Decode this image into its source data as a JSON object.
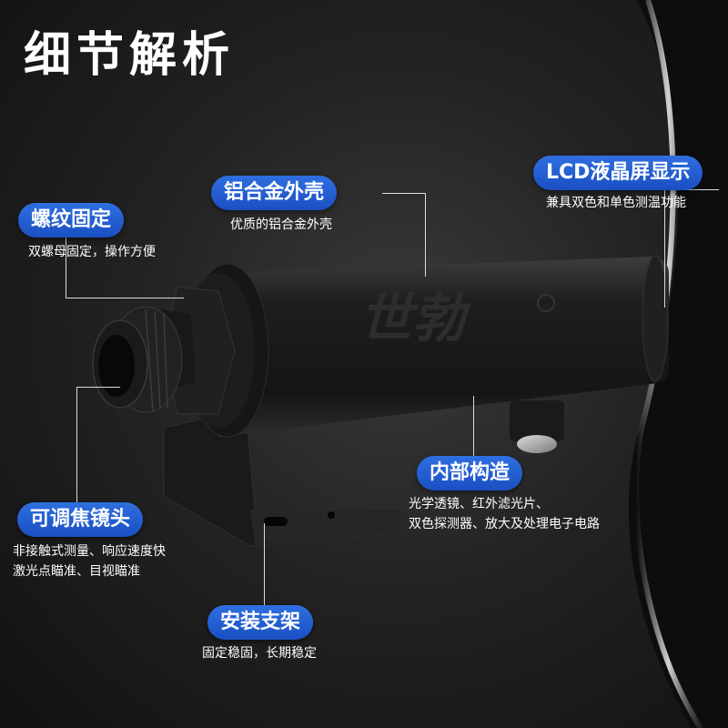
{
  "title": "细节解析",
  "brand_logo_text": "世勃",
  "callouts": {
    "aluminum_shell": {
      "label": "铝合金外壳",
      "desc": [
        "优质的铝合金外壳"
      ]
    },
    "lcd_display": {
      "label": "LCD液晶屏显示",
      "desc": [
        "兼具双色和单色测温功能"
      ]
    },
    "thread_fixing": {
      "label": "螺纹固定",
      "desc": [
        "双螺母固定，操作方便"
      ]
    },
    "internal_structure": {
      "label": "内部构造",
      "desc": [
        "光学透镜、红外滤光片、",
        "双色探测器、放大及处理电子电路"
      ]
    },
    "focus_lens": {
      "label": "可调焦镜头",
      "desc": [
        "非接触式测量、响应速度快",
        "激光点瞄准、目视瞄准"
      ]
    },
    "mount_bracket": {
      "label": "安装支架",
      "desc": [
        "固定稳固，长期稳定"
      ]
    }
  },
  "colors": {
    "accent": "#1f5fd6",
    "background": "#222222",
    "product_body": "#1c1c1c"
  }
}
